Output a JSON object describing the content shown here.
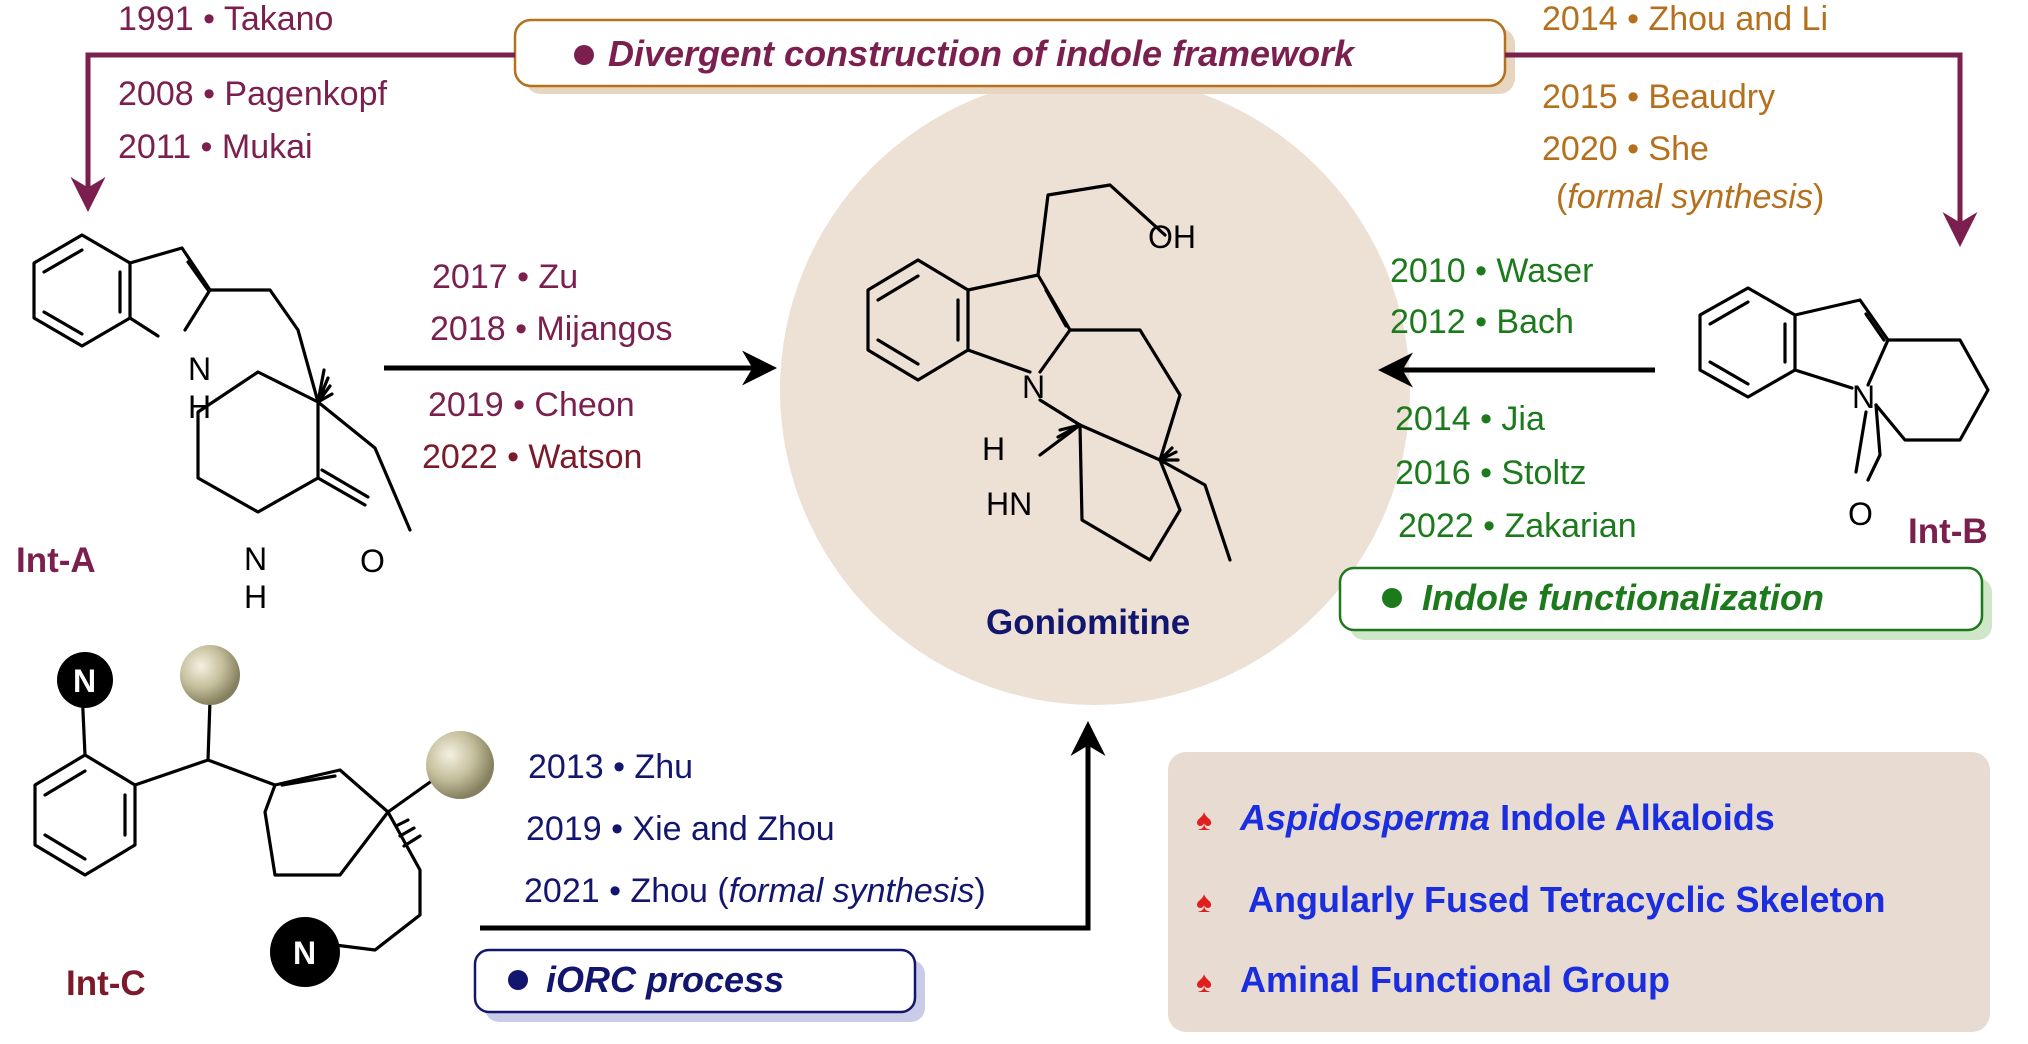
{
  "banners": {
    "divergent": "Divergent construction of indole framework",
    "indole_func": "Indole functionalization",
    "iorc": "iORC process"
  },
  "refs_left_top": [
    "1991 • Takano",
    "2008 • Pagenkopf",
    "2011 • Mukai"
  ],
  "refs_right_top": [
    "2014 • Zhou and Li",
    "2015 • Beaudry",
    "2020 • She"
  ],
  "refs_right_top_note": {
    "open": "(",
    "italic": "formal synthesis",
    "close": ")"
  },
  "refs_center_left": [
    "2017 • Zu",
    "2018 • Mijangos",
    "2019 • Cheon",
    "2022 • Watson"
  ],
  "refs_center_right": [
    "2010 • Waser",
    "2012 • Bach",
    "2014 • Jia",
    "2016 • Stoltz",
    "2022 • Zakarian"
  ],
  "refs_bottom": [
    "2013 • Zhu",
    "2019 • Xie and Zhou"
  ],
  "refs_bottom_last": {
    "prefix": "2021 • Zhou (",
    "italic": "formal synthesis",
    "suffix": ")"
  },
  "compound_labels": {
    "int_a": "Int-A",
    "int_b": "Int-B",
    "int_c": "Int-C",
    "target": "Goniomitine"
  },
  "atom_labels": {
    "N": "N",
    "H": "H",
    "O": "O",
    "OH": "OH",
    "HN": "HN"
  },
  "features": {
    "bullet": "♠",
    "item1_italic": "Aspidosperma",
    "item1_rest": " Indole Alkaloids",
    "item2": "Angularly Fused Tetracyclic Skeleton",
    "item3": "Aminal Functional Group"
  },
  "colors": {
    "plum": "#7a1f4e",
    "gold": "#b5701d",
    "green": "#1c7a1c",
    "navy": "#13166e",
    "feature_text": "#1a2ee0",
    "circle_fill": "#ede1d6",
    "panel_fill": "#e8dcd2"
  }
}
